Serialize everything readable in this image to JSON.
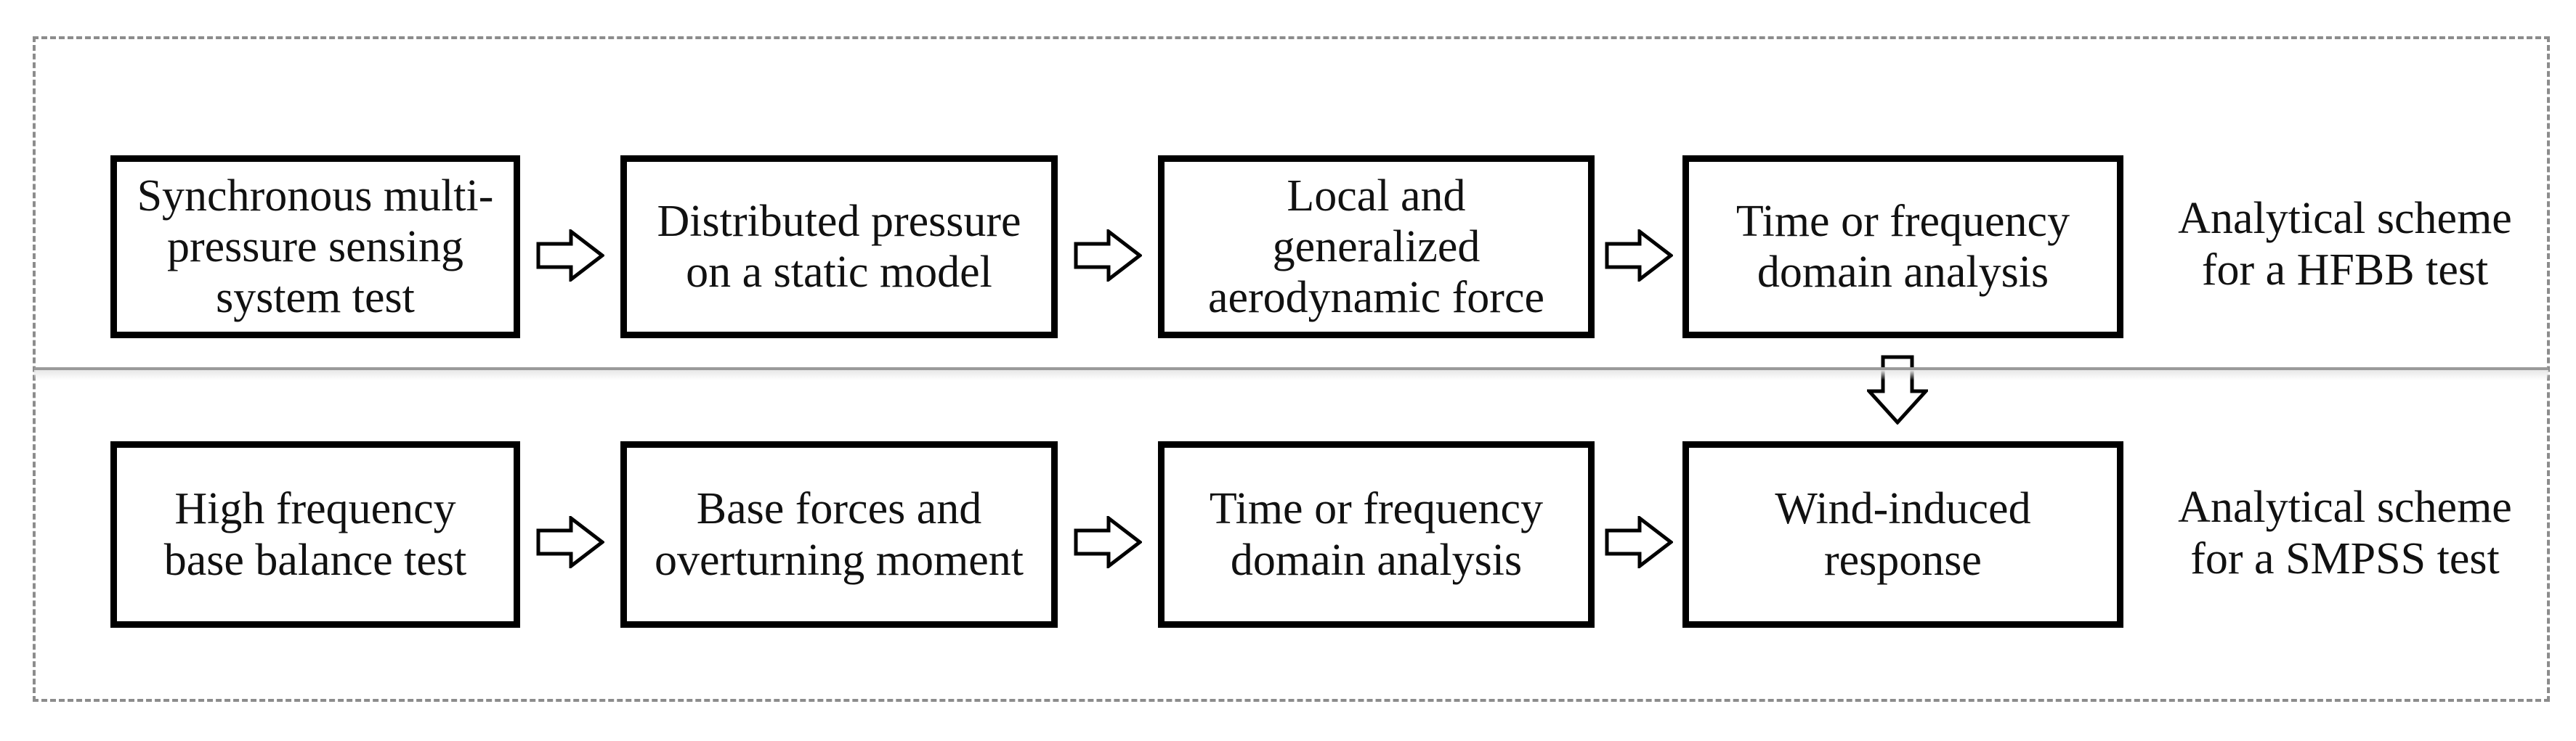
{
  "diagram": {
    "rows": [
      {
        "boxes": [
          "Synchronous multi-\npressure sensing\nsystem test",
          "Distributed pressure\non a static model",
          "Local and\ngeneralized\naerodynamic force",
          "Time or frequency\ndomain analysis"
        ],
        "label": "Analytical scheme\nfor a HFBB test"
      },
      {
        "boxes": [
          "High frequency\nbase balance test",
          "Base forces and\noverturning moment",
          "Time or frequency\ndomain analysis",
          "Wind-induced\nresponse"
        ],
        "label": "Analytical scheme\nfor a SMPSS test"
      }
    ],
    "colors": {
      "box_border": "#000000",
      "frame_border": "#8c8c8c",
      "divider": "#9a9a9a",
      "text": "#111111",
      "background": "#ffffff"
    }
  }
}
